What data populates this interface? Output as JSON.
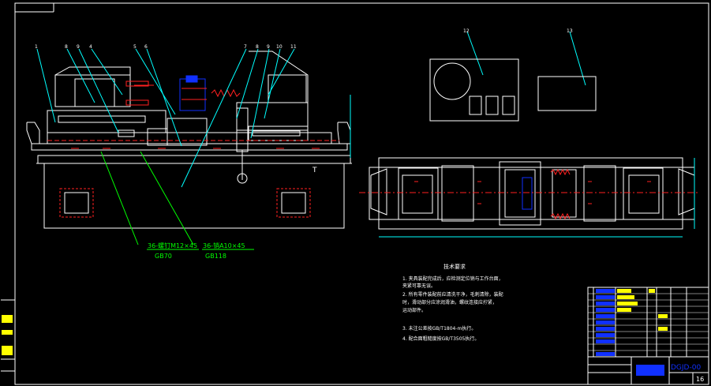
{
  "callouts": {
    "c1": "1",
    "c8": "8",
    "c9": "9",
    "c4": "4",
    "c5": "5",
    "c6": "6",
    "c7": "7",
    "c8b": "8",
    "c9b": "9",
    "c10": "10",
    "c11": "11",
    "c12": "12",
    "c13": "13"
  },
  "parts_notes": {
    "screw": "36-螺钉M12×45",
    "screw_std": "GB70",
    "pin": "36-销A10×45",
    "pin_std": "GB118"
  },
  "tech_req": {
    "title": "技术要求",
    "items": [
      "1. 夹具装配完成后，应检测定位销与工作台面，",
      "   夹紧可靠无误。",
      "2. 所有零件装配前应清洗干净，毛刺清除，装配",
      "   时，滑动部分应涂润滑油，螺纹连接应拧紧，",
      "   运动部件。",
      "3. 未注公差按GB/T1804-m执行。",
      "4. 配合面粗糙度按GB/T3505执行。"
    ]
  },
  "title_block": {
    "drawing_no": "DGJD-00",
    "sheet": "16"
  },
  "colors": {
    "line": "#ffffff",
    "red": "#ff2020",
    "cyan": "#00ffff",
    "green": "#00ff00",
    "yellow": "#ffff00",
    "blue": "#1030ff"
  }
}
